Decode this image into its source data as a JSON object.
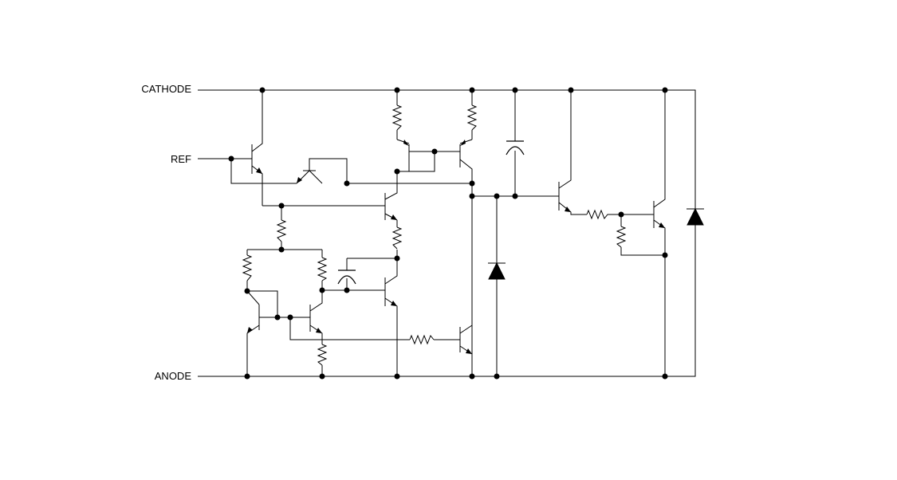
{
  "labels": {
    "cathode": "CATHODE",
    "ref": "REF",
    "anode": "ANODE"
  },
  "colors": {
    "wire": "#000000",
    "background": "#ffffff"
  }
}
